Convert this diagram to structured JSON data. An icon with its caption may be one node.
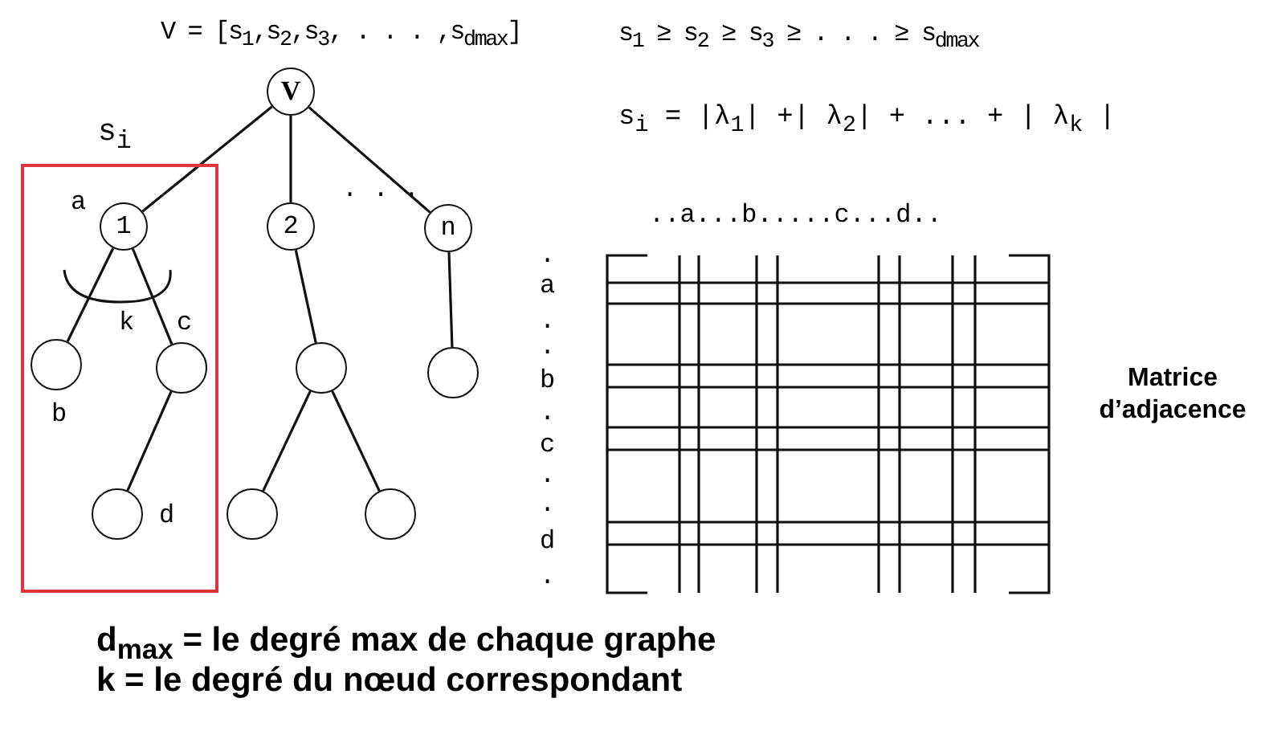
{
  "diagram": {
    "nodes": [
      {
        "text": [
          "V"
        ]
      },
      {
        "text": [
          "s$_{i}$"
        ]
      },
      {
        "text": [
          "1"
        ],
        "in": 1,
        "beside": [
          "a"
        ]
      },
      {
        "text": [],
        "shape": "circle",
        "in": 1,
        "beside": [
          "b"
        ]
      },
      {
        "text": [],
        "shape": "circle",
        "in": 1,
        "beside": [
          "c"
        ]
      },
      {
        "text": [],
        "shape": "circle",
        "in": 1,
        "beside": [
          "d"
        ]
      },
      {
        "text": [
          "2"
        ]
      },
      {
        "text": [
          "n"
        ]
      },
      {
        "text": [],
        "shape": "circle"
      },
      {
        "text": [],
        "shape": "circle"
      },
      {
        "text": [],
        "shape": "circle"
      },
      {
        "text": [],
        "shape": "circle"
      }
    ],
    "edges": [
      {
        "from": 0,
        "to": 2,
        "arrow": "none"
      },
      {
        "from": 0,
        "to": 6,
        "arrow": "none"
      },
      {
        "from": 0,
        "to": 7,
        "arrow": "none"
      },
      {
        "from": 2,
        "to": 3,
        "arrow": "none"
      },
      {
        "from": 2,
        "to": 4,
        "arrow": "none"
      },
      {
        "from": 4,
        "to": 5,
        "arrow": "none"
      },
      {
        "from": 6,
        "to": 8,
        "arrow": "none"
      },
      {
        "from": 7,
        "to": 9,
        "arrow": "none"
      },
      {
        "from": 8,
        "to": 10,
        "arrow": "none"
      },
      {
        "from": 8,
        "to": 11,
        "arrow": "none"
      }
    ],
    "labels": [
      "V = [s$_{1}$,s$_{2}$,s$_{3}$, . . . ,s$_{dmax}$]",
      "s$_{1}$ ≥ s$_{2}$ ≥ s$_{3}$ ≥  . . . ≥ s$_{dmax}$",
      "s$_{i}$ = |λ$_{1}$| +| λ$_{2}$| + ... + | λ$_{k}$ |",
      ". . .",
      "k",
      "..a...b.....c...d..",
      ".",
      "a",
      ".",
      ".",
      "b",
      ".",
      "c",
      ".",
      ".",
      "d",
      ".",
      "Matrice d’adjacence",
      "d$_{max}$ = le degré max de chaque graphe",
      "k = le degré du nœud correspondant"
    ]
  }
}
